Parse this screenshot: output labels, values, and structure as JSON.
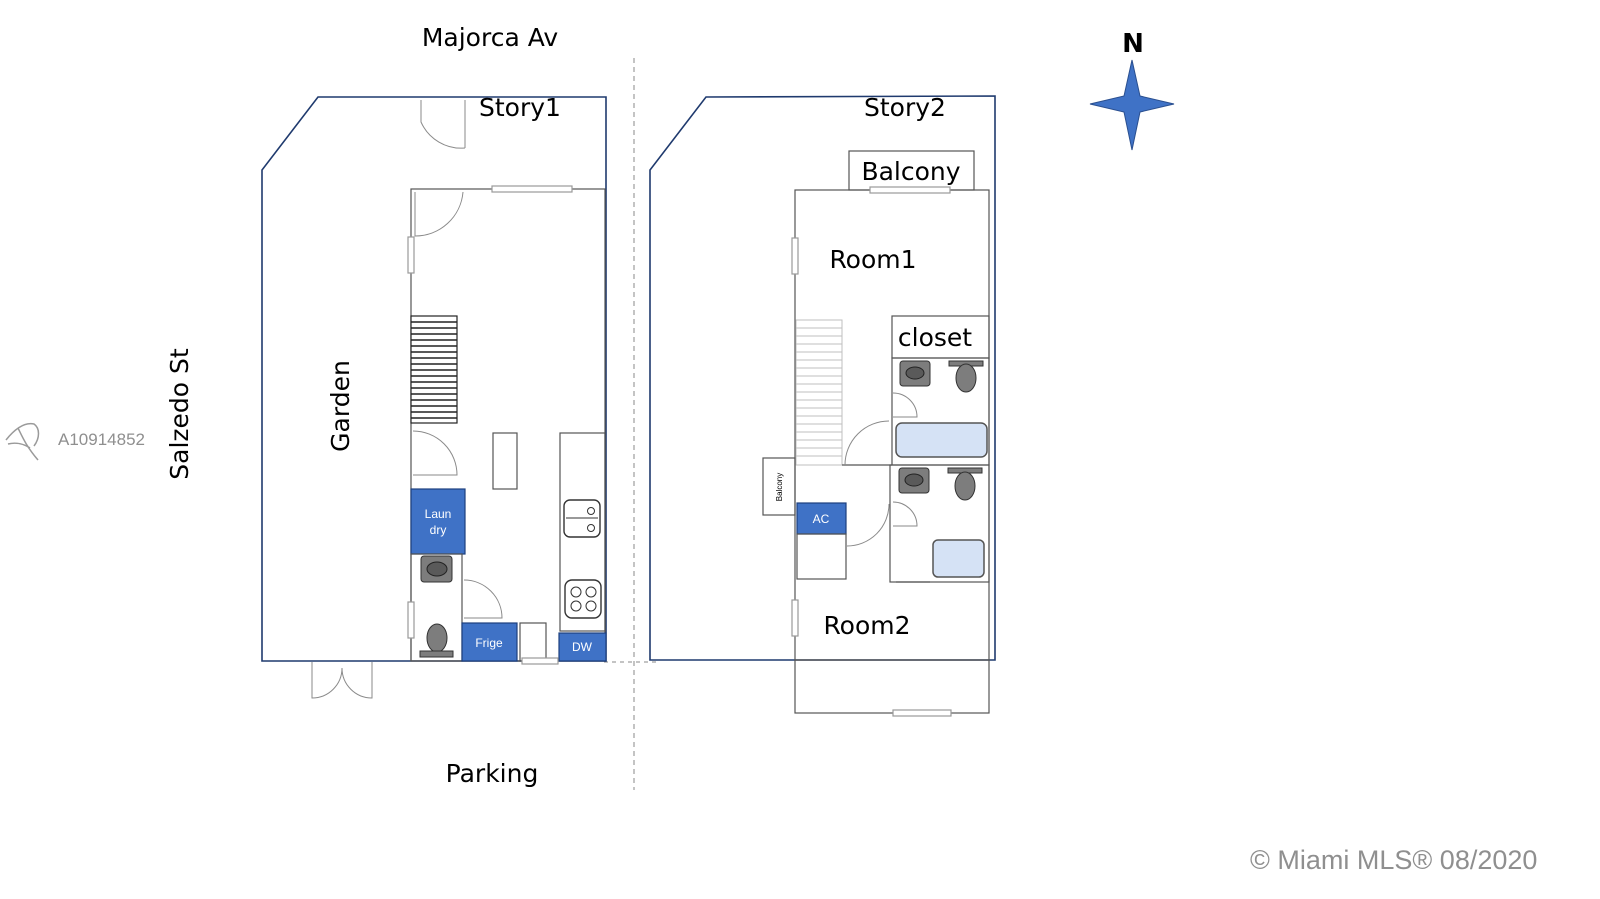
{
  "streets": {
    "north": "Majorca Av",
    "west": "Salzedo St",
    "south": "Parking"
  },
  "compass": {
    "label": "N",
    "color": "#3f72c6"
  },
  "story1": {
    "title": "Story1",
    "garden": "Garden",
    "laundry_line1": "Laun",
    "laundry_line2": "dry",
    "fridge": "Frige",
    "dishwasher": "DW"
  },
  "story2": {
    "title": "Story2",
    "balcony": "Balcony",
    "room1": "Room1",
    "closet": "closet",
    "small_balcony": "Balcony",
    "ac": "AC",
    "room2": "Room2"
  },
  "colors": {
    "appliance": "#3f72c6",
    "wall": "#1f3a6e",
    "tub": "#d5e2f5"
  },
  "watermark": {
    "listing_id": "A10914852",
    "copyright": "© Miami MLS® 08/2020"
  }
}
